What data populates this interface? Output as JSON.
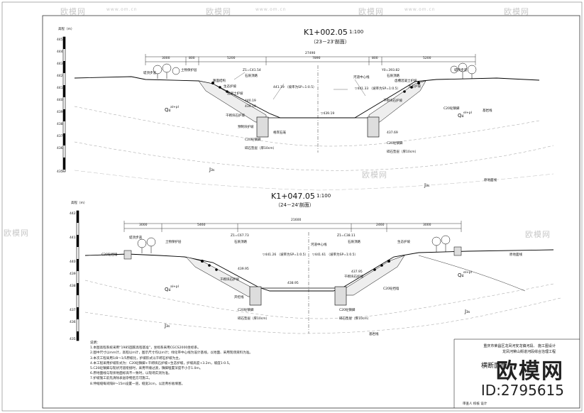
{
  "watermark": {
    "brand": "欧模网",
    "url": "www.om.cn"
  },
  "section1": {
    "title": "K1+002.05",
    "scale": "1:100",
    "subtitle": "（23－23'剖面）",
    "elev_header": "高程（m）",
    "elevations": [
      "445",
      "444",
      "443",
      "442",
      "441",
      "440",
      "439",
      "438",
      "437",
      "436",
      "435"
    ],
    "dims_top": [
      "3000",
      "800",
      "5200",
      "7890",
      "800",
      "5200"
    ],
    "dim_total": "27490",
    "labels": {
      "left_sign": "堤顶步道",
      "left_soil": "土物保护层",
      "left_road": "路面结构",
      "left_struct": "生态护坡",
      "z_left": "Z1=C41.54",
      "left_cover": "石质顶路",
      "left_slope": "441.19 （坡率为SP=1:0.5）",
      "left_block": "混凝土护坡",
      "left_elev1": "440.19",
      "left_elev2": "439.19",
      "center_elev": "▽439.19",
      "left_dry": "干砌块石护坡",
      "left_dry2": "预制块护坡",
      "left_foot": "格宾石笼",
      "left_c20": "C20砼镇脚",
      "left_cushion": "碎石垫层（厚10cm）",
      "q_left": "Q₄",
      "q_left_sup": "al+pl",
      "j_left": "J₃ₛ",
      "right_sign": "河道中心线",
      "right_cover": "石质顶路",
      "y_right": "Y0=393.82",
      "right_block": "齿槽混凝土护坡",
      "right_soil": "生态护坡",
      "right_slope": "▽441.33 （坡率为SP=1:0.5）",
      "right_trail": "堤顶步道",
      "right_dry": "干砌块石护坡",
      "right_elev": "437.69",
      "right_c20": "C20砼镇脚",
      "right_c20b": "C20砼镇脚",
      "right_cushion": "碎石垫层（厚10cm）",
      "q_right": "Q₄",
      "q_right_sup": "el+pl",
      "bedrock": "基岩线",
      "pre_line": "原地面线",
      "j_right": "J₃ₛ"
    }
  },
  "section2": {
    "title": "K1+047.05",
    "scale": "1:100",
    "subtitle": "（24－24'剖面）",
    "elev_header": "高程（m）",
    "elevations": [
      "442",
      "441",
      "440",
      "439",
      "438",
      "437",
      "436",
      "435"
    ],
    "dims_top": [
      "3000",
      "5460",
      "2460",
      "3000"
    ],
    "dim_total": "21600",
    "labels": {
      "left_sign": "堤顶步道",
      "left_soil": "土物保护层",
      "left_c20": "C20砼挡墙",
      "z_left": "Z1=C67.73",
      "left_cover": "石质顶路",
      "left_slope": "▽441.26 （坡率为SP=1:0.5）",
      "left_elev": "439.95",
      "center_elev": "438.95",
      "left_dry": "干砌块石护坡",
      "left_ding": "开挖线",
      "left_c20b": "C20砼镇脚",
      "left_cushion": "碎石垫层（厚10cm）",
      "q_left": "Q₄",
      "q_left_sup": "al+pl",
      "j_left": "J₃ₛ",
      "right_sign": "河道中心线",
      "z_right": "Z1=C38.11",
      "right_cover": "石质顶路",
      "right_slope": "▽441.61 （坡率为SP=1:0.5）",
      "right_elev": "437.95",
      "right_dry": "干砌块石护坡",
      "right_soil": "生态护坡",
      "right_wall": "C20砼挡墙",
      "right_c20": "C20砼镇脚",
      "right_cushion": "碎石垫层（厚10cm）",
      "q_right": "Q₄",
      "q_right_sup": "el+pl",
      "pre_line": "原地面线",
      "bedrock": "基岩线",
      "j_right": "J₃ₛ"
    }
  },
  "notes": {
    "heading": "说明：",
    "lines": [
      "1.本图高程系统采用“1985国家高程基准”，坐标系采用CGCS2000坐标系。",
      "2.图中尺寸以mm计，高程以m计，图示尺寸均以m计；绿化带中心线为设计基线，以地面、采用现场资料为准。",
      "3.本次工程采用1/8～1/5原坡比，护坡形式以干砌石护坡为主。",
      "4.本工程采用护坡形式为：C20砼镇脚+干砌块石护坡+生态护坡，护坡高度+3.2m，坡度1:0.5。",
      "5.C20砼镇脚与现状河道衔接时，采用平顺过渡，镇脚埋置深度不小于1.0m。",
      "6.原地面线与现状地面标高不一致时，以现场实测为准。",
      "7.护坡施工前先清除表层杂物后方可施工。",
      "8.伸缩缝每间隔8～15m设置一道，缝宽2cm，以沥青杉板填塞。"
    ]
  },
  "titleblock": {
    "project_l1": "重庆市荣昌区龙凤河安龙镇河段、  施工图设计",
    "project_l2": "龙凤河荣山街道河段综合治理工程",
    "drawing": "横断面图",
    "bottom": "审查人 校核 设计"
  },
  "logo": {
    "text": "欧模网",
    "id": "ID:2795615"
  }
}
